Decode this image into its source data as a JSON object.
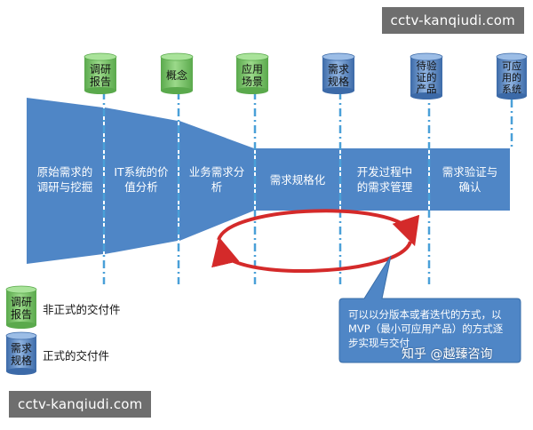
{
  "watermark_top": "cctv-kanqiudi.com",
  "watermark_bottom": "cctv-kanqiudi.com",
  "top_deliverables": [
    {
      "label": "调研\n报告",
      "kind": "informal"
    },
    {
      "label": "概念",
      "kind": "informal"
    },
    {
      "label": "应用\n场景",
      "kind": "informal"
    },
    {
      "label": "需求\n规格",
      "kind": "formal"
    },
    {
      "label": "待验\n证的\n产品",
      "kind": "formal"
    },
    {
      "label": "可应\n用的\n系统",
      "kind": "formal"
    }
  ],
  "stages": [
    "原始需求的\n调研与挖掘",
    "IT系统的价\n值分析",
    "业务需求分\n析",
    "需求规格化",
    "开发过程中\n的需求管理",
    "需求验证与\n确认"
  ],
  "legend": [
    {
      "icon_label": "调研\n报告",
      "text": "非正式的交付件",
      "kind": "informal"
    },
    {
      "icon_label": "需求\n规格",
      "text": "正式的交付件",
      "kind": "formal"
    }
  ],
  "callout": "可以以分版本或者迭代的方式，以MVP（最小可应用产品）的方式逐步实现与交付",
  "overlay_watermark": "知乎 @越臻咨询",
  "colors": {
    "stage_blue": "#4f86c6",
    "informal_green": "#7bc46b",
    "formal_blue": "#4a7fc0",
    "cycle_red": "#d42a2a",
    "divider": "#4aa0d8"
  }
}
